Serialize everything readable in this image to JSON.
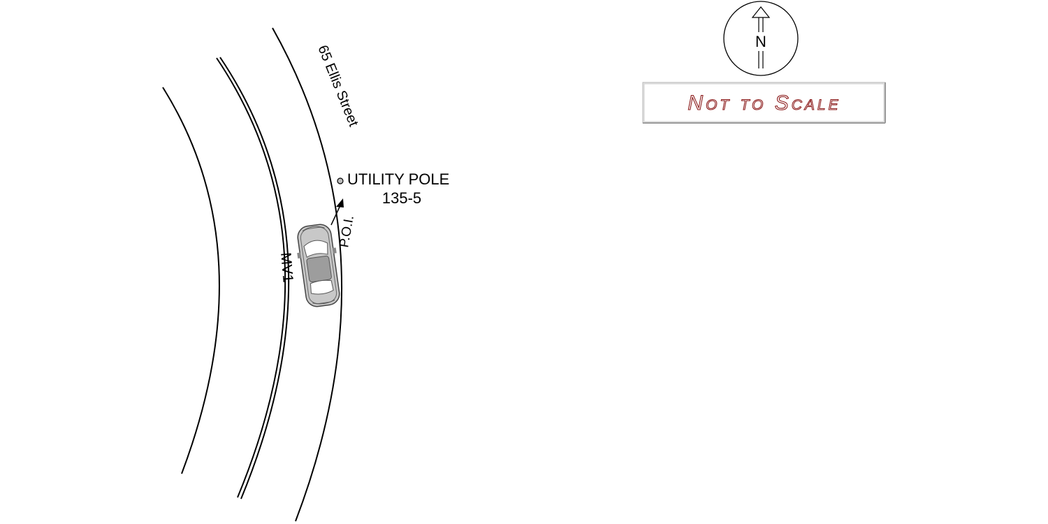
{
  "street": {
    "label": "65 Ellis Street"
  },
  "utility_pole": {
    "line1": "UTILITY POLE",
    "line2": "135-5"
  },
  "vehicle": {
    "label": "MV1"
  },
  "point_of_impact": {
    "label": "P.O.I."
  },
  "compass": {
    "label": "N"
  },
  "scale_note": {
    "label": "Not to Scale"
  },
  "colors": {
    "road_line": "#000000",
    "scale_text": "#8b1a1a",
    "vehicle_body": "#c8c8c8"
  }
}
